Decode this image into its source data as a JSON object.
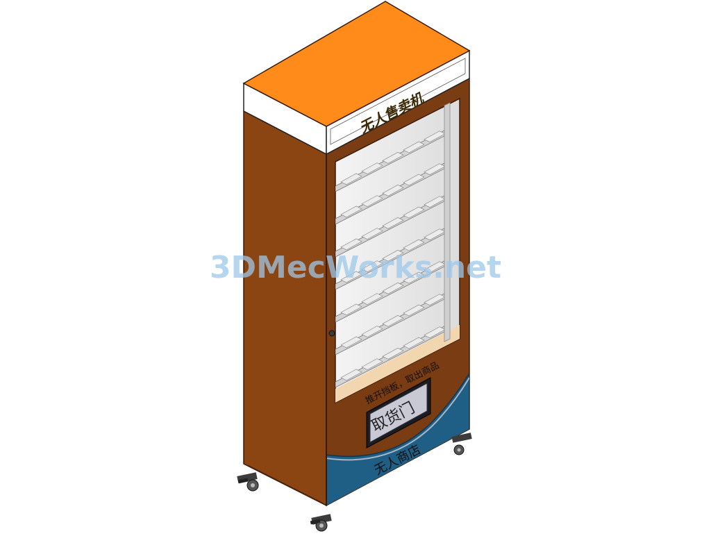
{
  "machine": {
    "top_sign": "无人售卖机",
    "pickup_hint": "推开挡板，取出商品",
    "pickup_door": "取货门",
    "store_name": "无人商店"
  },
  "watermark": "3DMecWorks.net",
  "colors": {
    "cabinet_front": "#7a3c12",
    "cabinet_side": "#8b4513",
    "top_lid": "#ff8c1a",
    "sign_band": "#ffffff",
    "base_band": "#1f5f86",
    "glass": "#e9e9e9",
    "tray": "#d9d9d9",
    "pickup_panel": "#c9c9d6",
    "watermark": "#9ec7e8"
  }
}
